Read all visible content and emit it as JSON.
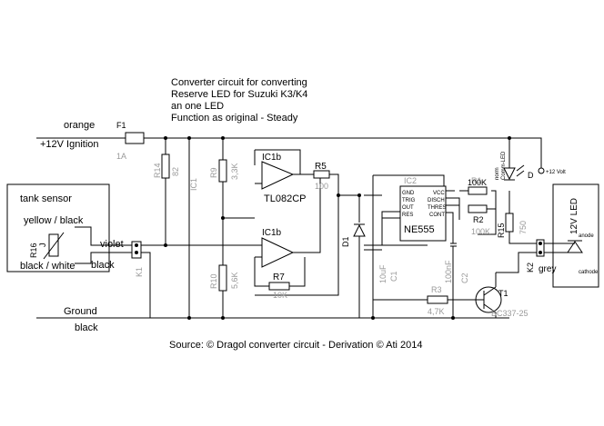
{
  "colors": {
    "line": "#000000",
    "grey_label": "#999999",
    "background": "#ffffff"
  },
  "description": {
    "line1": "Converter circuit for converting",
    "line2": "Reserve LED for Suzuki K3/K4",
    "line3": "an one LED",
    "line4": "Function as original - Steady"
  },
  "supply": {
    "wire": "orange",
    "label": "+12V Ignition"
  },
  "ground": {
    "label": "Ground",
    "wire": "black"
  },
  "tank_sensor": {
    "title": "tank sensor",
    "top_wire": "yellow / black",
    "bottom_wire": "black / white",
    "resistor_id": "R16",
    "resistor_sub": "J"
  },
  "connector_k1": {
    "wire_top": "violet",
    "wire_bottom": "black",
    "ref": "K1"
  },
  "parts": {
    "f1_ref": "F1",
    "f1_val": "1A",
    "r14_ref": "R14",
    "r14_val": "82",
    "ic1_ref": "IC1",
    "r9_ref": "R9",
    "r9_val": "3,3K",
    "r10_ref": "R10",
    "r10_val": "5,6K",
    "ic1b_top_ref": "IC1b",
    "opamp_name": "TL082CP",
    "ic1b_bot_ref": "IC1b",
    "r5_ref": "R5",
    "r5_val": "100",
    "r7_ref": "R7",
    "r7_val": "10K",
    "d1_ref": "D1",
    "ic2_ref": "IC2",
    "timer_name": "NE555",
    "pin_gnd": "GND",
    "pin_trig": "TRIG",
    "pin_out": "OUT",
    "pin_res": "RES",
    "pin_vcc": "VCC",
    "pin_disch": "DISCH",
    "pin_thres": "THRES",
    "pin_cont": "CONT",
    "r1_ref": "R1",
    "r1_val": "100K",
    "r2_ref": "R2",
    "r2_val": "100K",
    "c1_ref": "C1",
    "c1_val": "10uF",
    "c2_ref": "C2",
    "c2_val": "100nF",
    "r3_ref": "R3",
    "r3_val": "4,7K",
    "t1_ref": "T1",
    "t1_val": "BC337-25",
    "r15_ref": "R15",
    "r15_val": "750",
    "led_top_label": "Comm-LED",
    "led_top_label2": "norm",
    "led_top_ref": "D",
    "plus12_label": "+12 Volt",
    "k2_ref": "K2",
    "grey_label": "grey"
  },
  "led_box": {
    "title": "12V LED",
    "anode": "anode",
    "cathode": "cathode"
  },
  "source": "Source: © Dragol converter circuit - Derivation © Ati 2014"
}
